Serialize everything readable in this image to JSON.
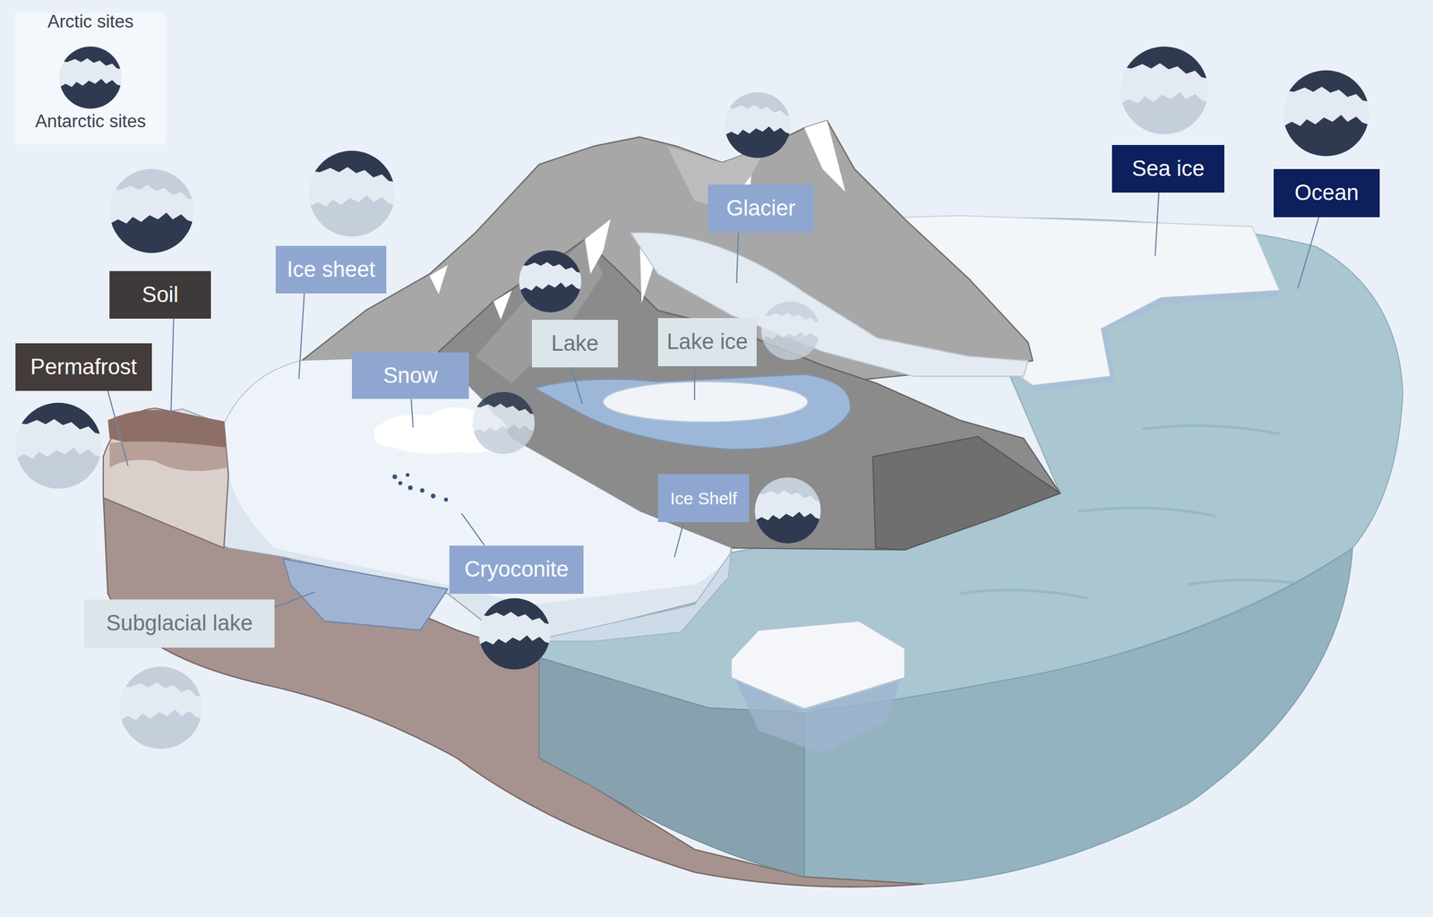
{
  "diagram": {
    "nodes": [
      {
        "text": [
          "Glacier"
        ]
      },
      {
        "text": [
          "Sea ice"
        ]
      },
      {
        "text": [
          "Ocean"
        ]
      },
      {
        "text": [
          "Ice sheet"
        ]
      },
      {
        "text": [
          "Soil"
        ]
      },
      {
        "text": [
          "Lake"
        ]
      },
      {
        "text": [
          "Lake ice"
        ]
      },
      {
        "text": [
          "Permafrost"
        ]
      },
      {
        "text": [
          "Snow"
        ]
      },
      {
        "text": [
          "Ice Shelf"
        ]
      },
      {
        "text": [
          "Cryoconite"
        ]
      },
      {
        "text": [
          "Subglacial lake"
        ]
      }
    ],
    "legend": [
      {
        "text": "Arctic sites"
      },
      {
        "text": "Antarctic sites"
      }
    ]
  }
}
